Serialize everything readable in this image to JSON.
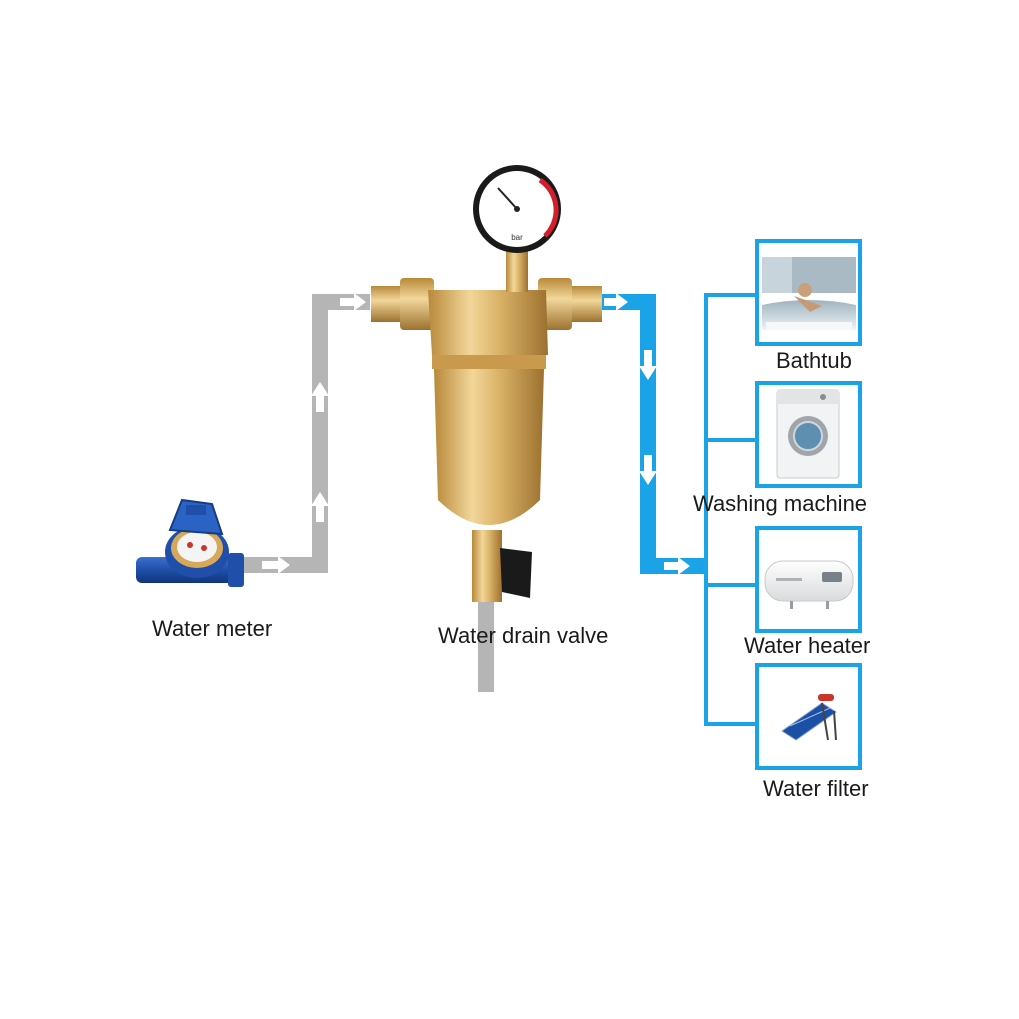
{
  "labels": {
    "water_meter": "Water meter",
    "drain_valve": "Water drain valve",
    "bathtub": "Bathtub",
    "washing_machine": "Washing machine",
    "water_heater": "Water heater",
    "water_filter": "Water filter"
  },
  "gauge": {
    "unit": "bar"
  },
  "colors": {
    "inlet_pipe": "#b5b5b5",
    "outlet_pipe": "#1aa3e6",
    "box_border": "#1aa3e6",
    "brass": "#d8b06a",
    "meter_blue": "#1f4fa8"
  }
}
